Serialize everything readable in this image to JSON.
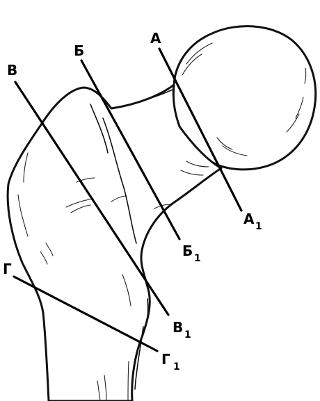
{
  "sections": [
    {
      "id": "a",
      "start": "А",
      "end": "А",
      "end_sub": "1"
    },
    {
      "id": "b",
      "start": "Б",
      "end": "Б",
      "end_sub": "1"
    },
    {
      "id": "v",
      "start": "В",
      "end": "В",
      "end_sub": "1"
    },
    {
      "id": "g",
      "start": "Г",
      "end": "Г",
      "end_sub": "1"
    }
  ]
}
